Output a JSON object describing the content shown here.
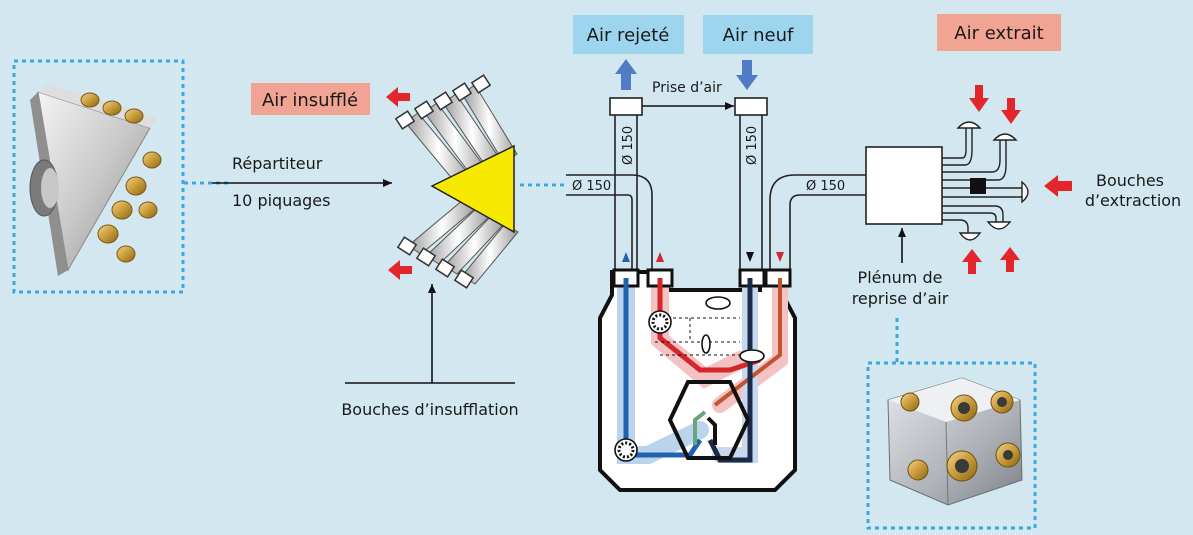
{
  "labels": {
    "air_rejete": "Air rejeté",
    "air_neuf": "Air neuf",
    "air_extrait": "Air extrait",
    "air_insuffle": "Air insufflé",
    "prise_air": "Prise d’air",
    "repartiteur": "Répartiteur",
    "piquages": "10 piquages",
    "bouches_insufflation": "Bouches d’insufflation",
    "plenum_line1": "Plénum de",
    "plenum_line2": "reprise d’air",
    "bouches_extraction_line1": "Bouches",
    "bouches_extraction_line2": "d’extraction",
    "diam_1": "Ø 150",
    "diam_2": "Ø 150",
    "diam_3": "Ø 150",
    "diam_4": "Ø 150"
  },
  "colors": {
    "background": "#d2e7ef",
    "label_blue": "#9dd5ee",
    "label_pink": "#f1a494",
    "arrow_red": "#e3262b",
    "arrow_blue": "#4f7cc4",
    "duct_blue": "#1f62ad",
    "duct_red": "#d4262b",
    "distributor_yellow": "#f7ea00",
    "callout_dotted": "#3aa8e0"
  },
  "icons": {
    "distributor_photo": "distributor-photo-icon",
    "vmc_unit_photo": "vmc-unit-photo-icon",
    "exhaust_vent": "exhaust-vent-icon",
    "bypass_valve": "bypass-valve-icon"
  }
}
